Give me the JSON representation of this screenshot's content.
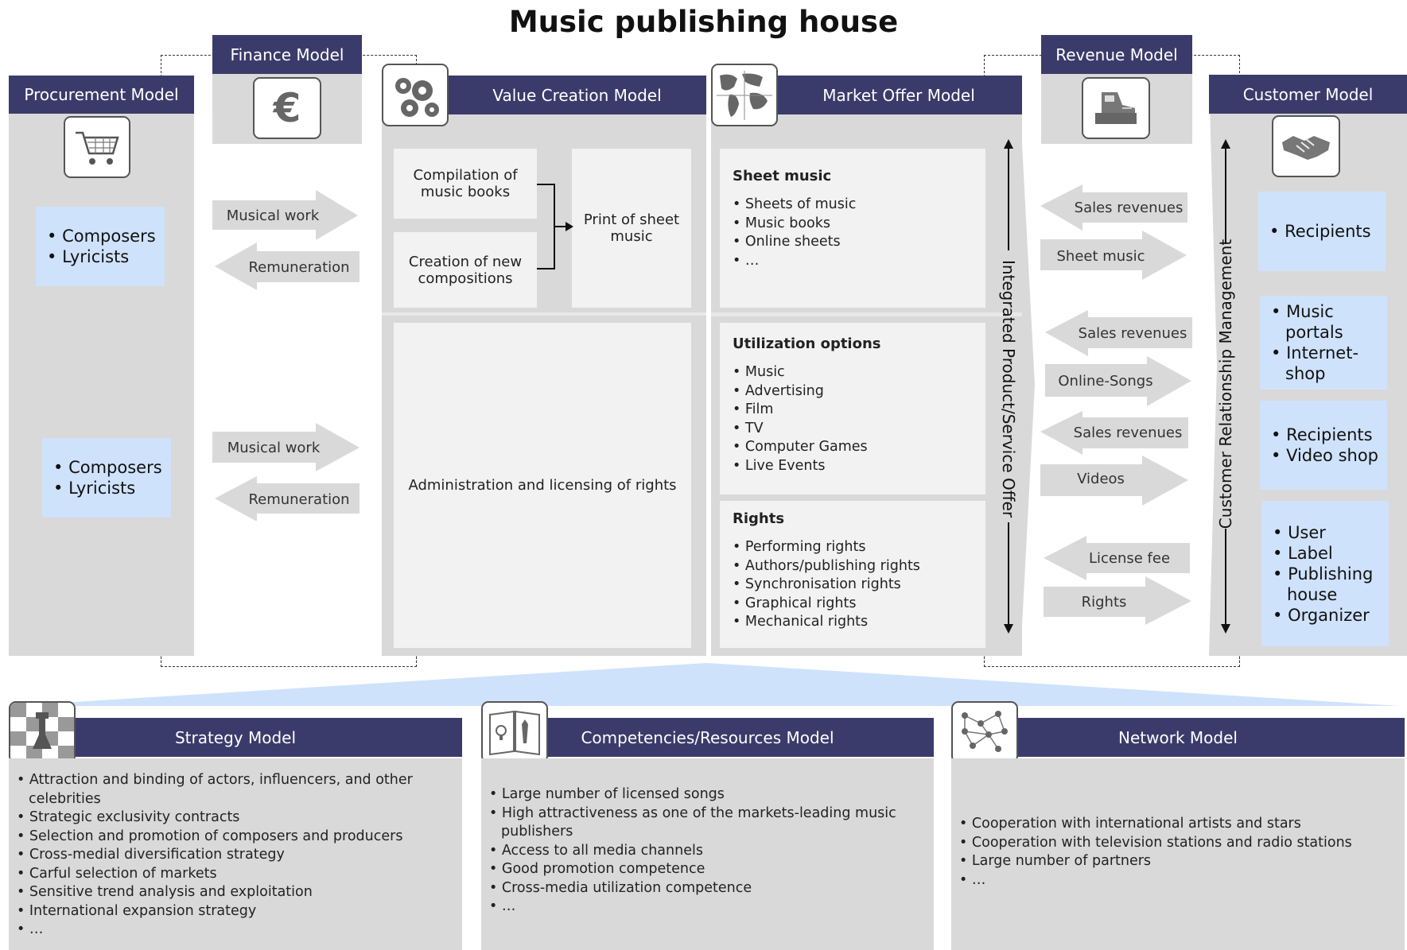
{
  "title": "Music publishing house",
  "procurement": {
    "header": "Procurement Model",
    "icon": "shopping-cart-icon",
    "box1": [
      "Composers",
      "Lyricists"
    ],
    "box2": [
      "Composers",
      "Lyricists"
    ]
  },
  "finance": {
    "header": "Finance Model",
    "icon": "euro-icon",
    "arrows": [
      "Musical work",
      "Remuneration",
      "Musical work",
      "Remuneration"
    ]
  },
  "value_creation": {
    "header": "Value Creation Model",
    "icon": "gears-icon",
    "compilation": "Compilation of music books",
    "creation": "Creation of new compositions",
    "print": "Print of sheet music",
    "admin": "Administration and licensing of rights"
  },
  "market_offer": {
    "header": "Market Offer Model",
    "icon": "globe-icon",
    "vertical_label": "Integrated Product/Service Offer",
    "sheet_music": {
      "title": "Sheet music",
      "items": [
        "Sheets of music",
        "Music books",
        "Online sheets",
        "…"
      ]
    },
    "utilization": {
      "title": "Utilization options",
      "items": [
        "Music",
        "Advertising",
        "Film",
        "TV",
        "Computer Games",
        "Live Events"
      ]
    },
    "rights": {
      "title": "Rights",
      "items": [
        "Performing rights",
        "Authors/publishing rights",
        "Synchronisation rights",
        "Graphical rights",
        "Mechanical rights"
      ]
    }
  },
  "revenue": {
    "header": "Revenue Model",
    "icon": "cash-register-icon",
    "arrows": [
      "Sales revenues",
      "Sheet music",
      "Sales revenues",
      "Online-Songs",
      "Sales revenues",
      "Videos",
      "License fee",
      "Rights"
    ]
  },
  "customer": {
    "header": "Customer Model",
    "icon": "handshake-icon",
    "vertical_label": "Customer Relationship Management",
    "box1": [
      "Recipients"
    ],
    "box2": [
      "Music portals",
      "Internet-shop"
    ],
    "box3": [
      "Recipients",
      "Video shop"
    ],
    "box4": [
      "User",
      "Label",
      "Publishing house",
      "Organizer"
    ]
  },
  "strategy": {
    "header": "Strategy Model",
    "icon": "chess-icon",
    "items": [
      "Attraction and binding of actors, influencers, and other celebrities",
      "Strategic exclusivity contracts",
      "Selection and promotion of composers and producers",
      "Cross-medial diversification strategy",
      "Carful selection of markets",
      "Sensitive trend analysis and exploitation",
      "International expansion strategy",
      "…"
    ]
  },
  "competencies": {
    "header": "Competencies/Resources Model",
    "icon": "tools-book-icon",
    "items": [
      "Large number of licensed songs",
      "High attractiveness as one of the markets-leading music publishers",
      "Access to all media channels",
      "Good promotion competence",
      "Cross-media utilization competence",
      "…"
    ]
  },
  "network": {
    "header": "Network Model",
    "icon": "network-icon",
    "items": [
      "Cooperation with international artists and stars",
      "Cooperation with television stations and radio stations",
      "Large number of partners",
      "…"
    ]
  }
}
